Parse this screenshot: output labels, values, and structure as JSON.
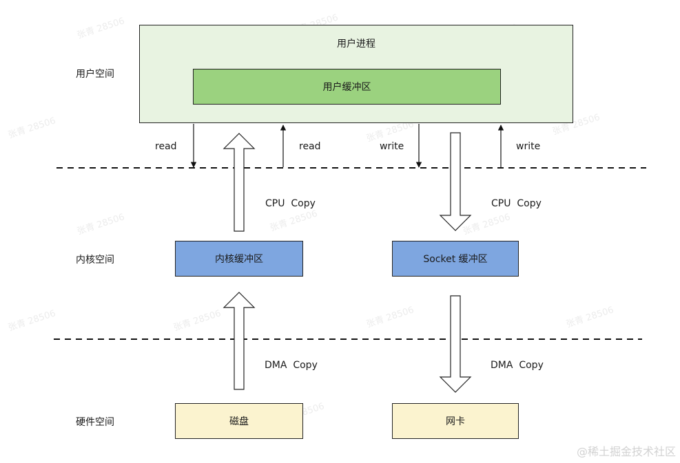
{
  "layers": {
    "user_space": "用户空间",
    "kernel_space": "内核空间",
    "hardware_space": "硬件空间"
  },
  "user_process": {
    "title": "用户进程",
    "buffer": "用户缓冲区"
  },
  "kernel": {
    "kernel_buffer": "内核缓冲区",
    "socket_buffer": "Socket 缓冲区"
  },
  "hardware": {
    "disk": "磁盘",
    "nic": "网卡"
  },
  "calls": {
    "read_down": "read",
    "read_up": "read",
    "write_down": "write",
    "write_up": "write"
  },
  "copies": {
    "cpu_left": "CPU  Copy",
    "cpu_right": "CPU  Copy",
    "dma_left": "DMA  Copy",
    "dma_right": "DMA  Copy"
  },
  "watermark_text": "张青 28506",
  "footer": "@稀土掘金技术社区",
  "colors": {
    "user_process_fill": "#e8f3e1",
    "user_buffer_fill": "#9bd27f",
    "kernel_buffer_fill": "#7ea6e0",
    "hardware_fill": "#fbf3cf"
  }
}
